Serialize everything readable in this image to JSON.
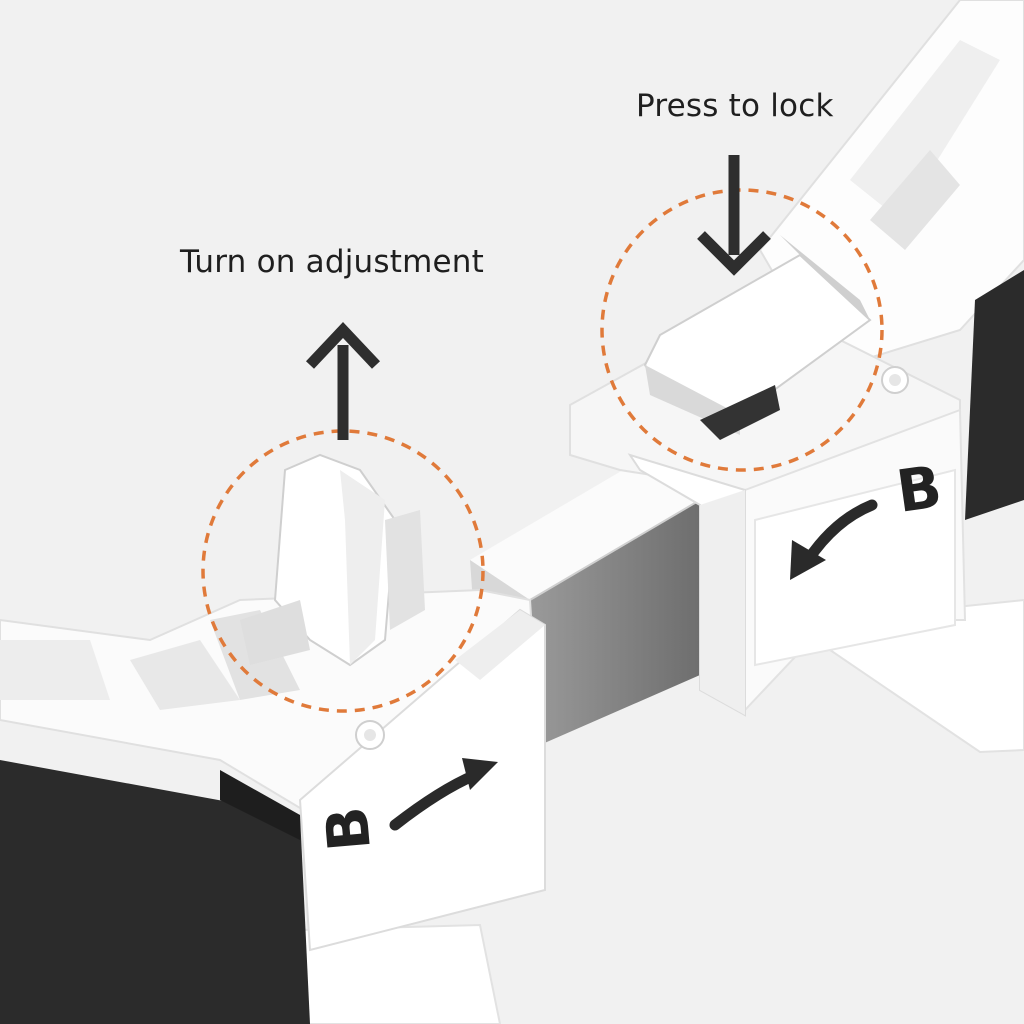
{
  "annotations": {
    "adjust_label": "Turn on adjustment",
    "lock_label": "Press to lock"
  },
  "markings": {
    "left_letter": "B",
    "right_letter": "B"
  },
  "colors": {
    "background": "#f1f1f1",
    "plastic_white": "#fafafa",
    "rubber_pad": "#2b2b2b",
    "steel_bar": "#8f8f8f",
    "highlight_circle": "#e07a3a",
    "arrow": "#2a2a2a"
  },
  "icons": {
    "up_arrow": "arrow-up-icon",
    "down_arrow": "arrow-down-icon",
    "left_marker_arrow": "arrow-right-icon",
    "right_marker_arrow": "arrow-left-icon"
  }
}
